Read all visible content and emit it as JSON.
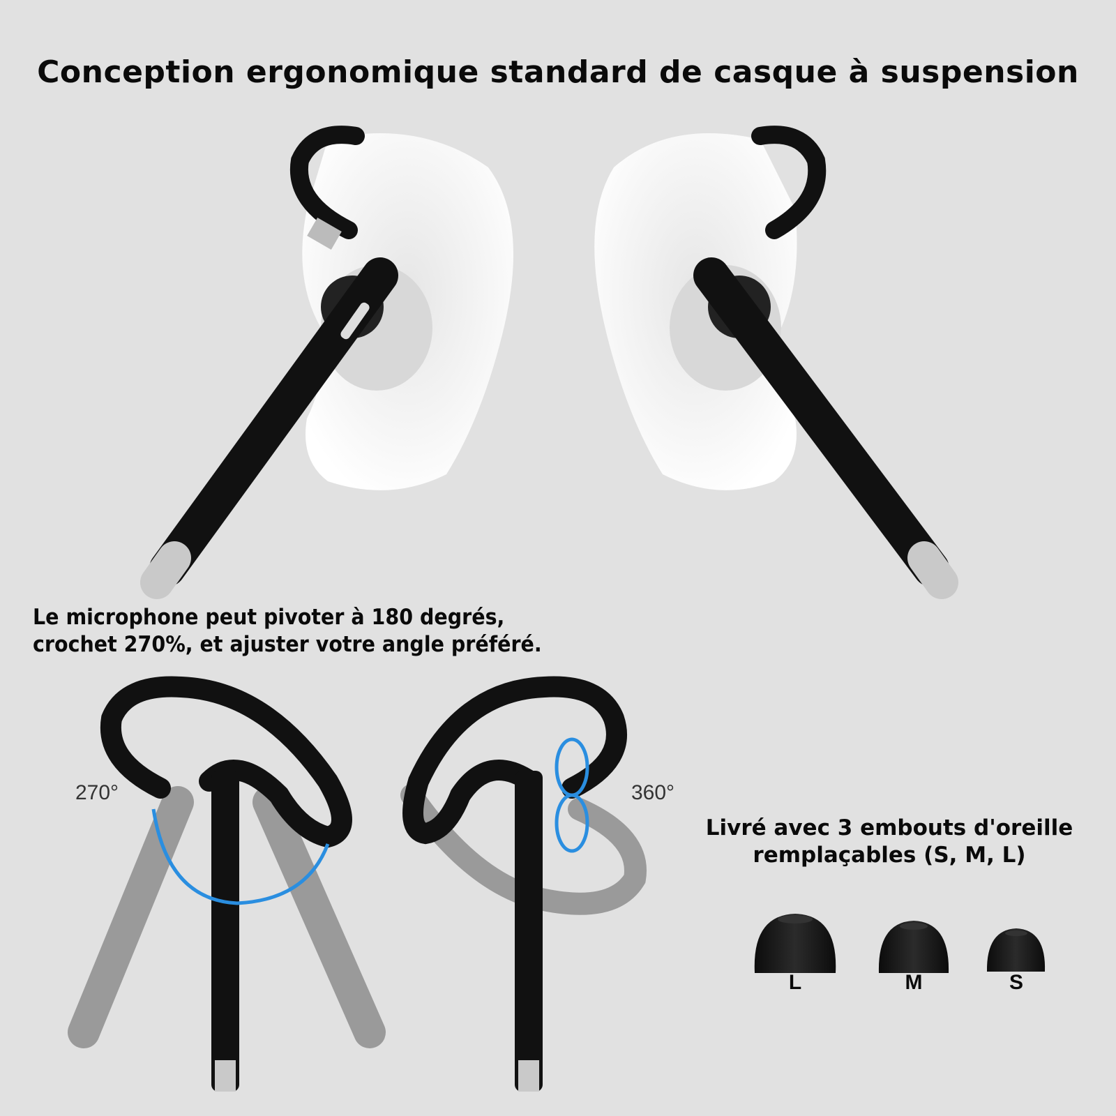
{
  "title": "Conception ergonomique standard de casque à suspension",
  "rotation_section": {
    "line1": "Le microphone peut pivoter à 180 degrés,",
    "line2": "crochet 270%, et ajuster votre angle préféré.",
    "angle_left": "270°",
    "angle_right": "360°"
  },
  "eartips_section": {
    "line1": "Livré avec 3 embouts d'oreille",
    "line2": "remplaçables (S, M, L)",
    "sizes": [
      "L",
      "M",
      "S"
    ]
  },
  "colors": {
    "background": "#e1e1e1",
    "headset": "#111111",
    "arrow": "#2a8ee0"
  }
}
